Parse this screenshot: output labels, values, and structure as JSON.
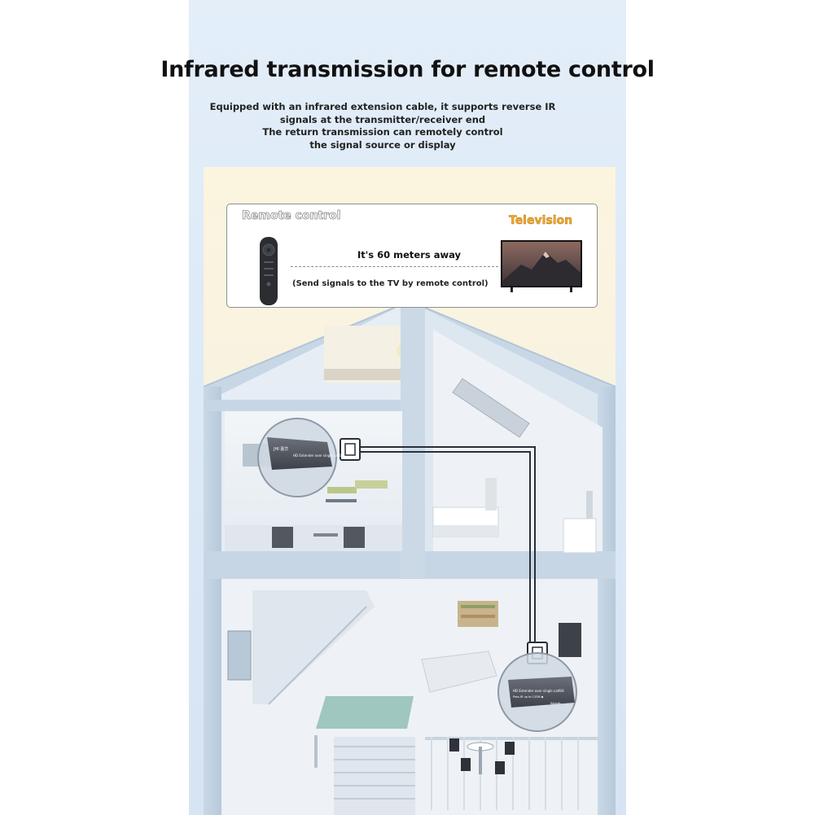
{
  "header": {
    "title": "Infrared transmission for remote control",
    "subtitle_lines": [
      "Equipped with an infrared extension cable, it supports reverse IR",
      "signals at the transmitter/receiver end",
      "The return transmission can remotely control",
      "the signal source or display"
    ]
  },
  "diagram": {
    "remote_label": "Remote control",
    "tv_label": "Television",
    "distance_text": "It's 60 meters away",
    "note_text": "(Send signals to the TV by remote control)"
  },
  "devices": {
    "extender_text_top": "HD Extender over single cat6/6",
    "extender_text_sub": "Pass-IR up to 120M ◆",
    "extender_brand": "JHI 嘉华",
    "extender_brand_2": "Kaladis"
  },
  "colors": {
    "panel_bg": "#dfeaf7",
    "cable": "#2a2e3a",
    "tv_label": "#f2a928",
    "title": "#111111"
  },
  "icons": [
    "remote-control-icon",
    "television-icon",
    "rj45-port-icon",
    "extender-device-icon"
  ]
}
